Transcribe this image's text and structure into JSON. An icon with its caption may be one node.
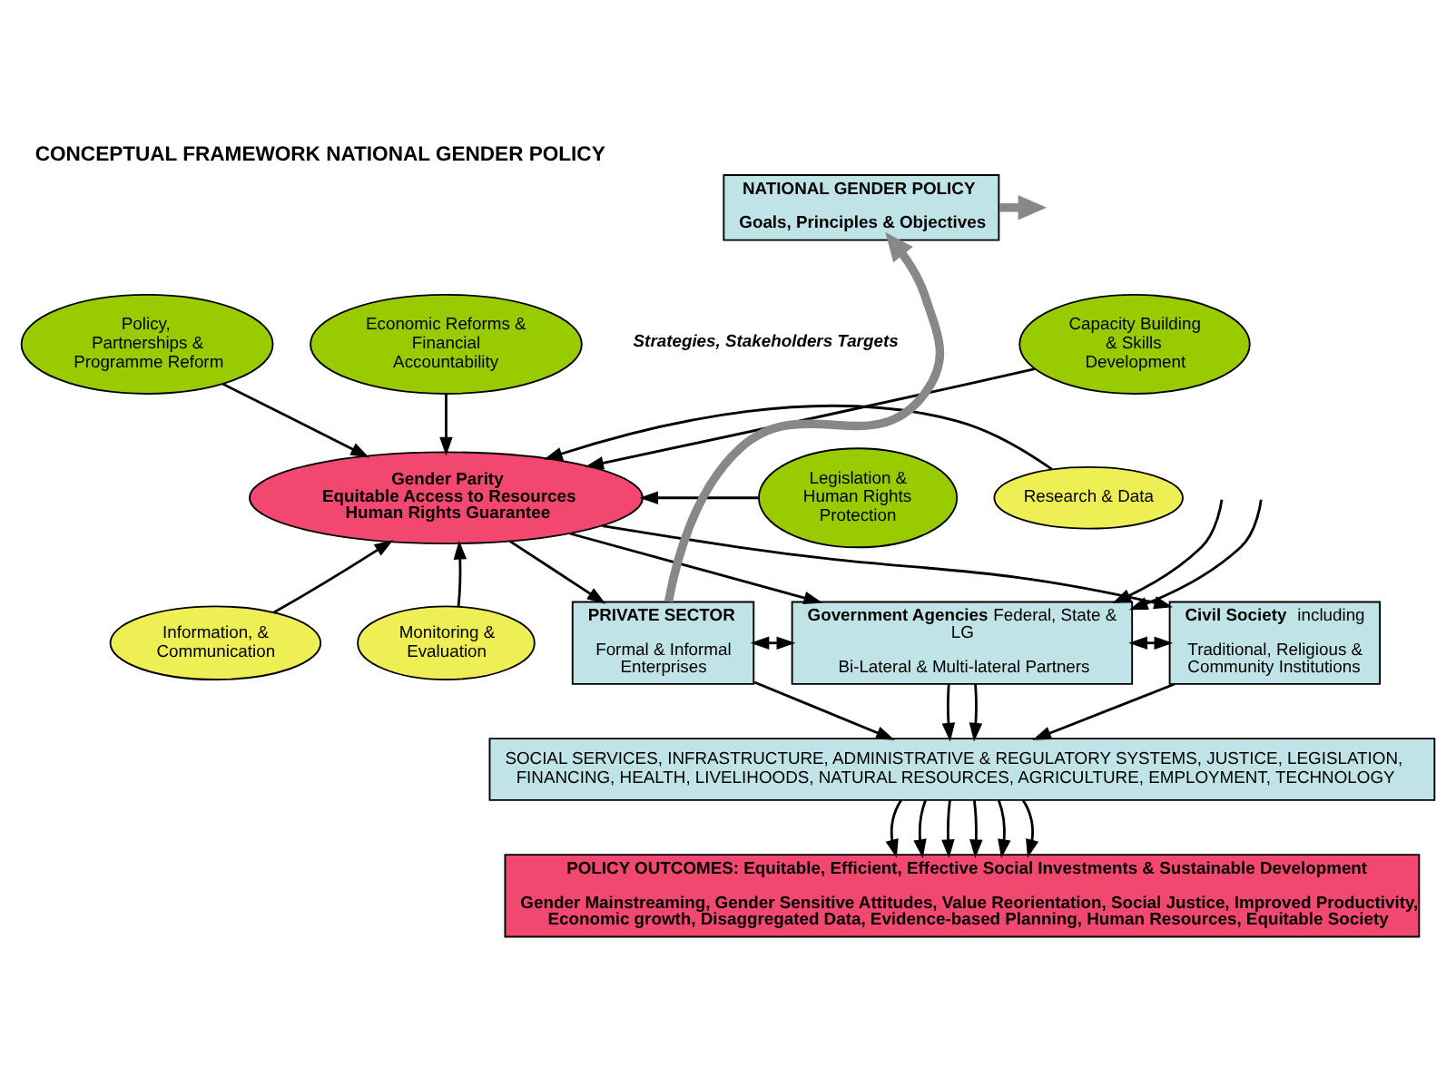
{
  "diagram": {
    "title": "CONCEPTUAL FRAMEWORK NATIONAL GENDER POLICY",
    "nodes": [
      {
        "text": [
          "NATIONAL GENDER POLICY",
          "Goals, Principles & Objectives"
        ]
      },
      {
        "text": [
          "Capacity Building & Skills Development"
        ]
      },
      {
        "text": [
          "Policy, Partnerships & Programme Reform"
        ]
      },
      {
        "text": [
          "Economic Reforms & Financial Accountability"
        ]
      },
      {
        "text": [
          "Gender Parity",
          "Equitable Access to Resources Human Rights Guarantee"
        ]
      },
      {
        "text": [
          "Legislation & Human Rights Protection"
        ]
      },
      {
        "text": [
          "Research & Data"
        ]
      },
      {
        "text": [
          "Information, & Communication"
        ]
      },
      {
        "text": [
          "Monitoring & Evaluation"
        ]
      },
      {
        "text": [
          "PRIVATE SECTOR",
          "Formal & Informal Enterprises"
        ]
      },
      {
        "text": [
          "**Government Agencies** Federal, State & LG",
          "Bi-Lateral & Multi-lateral Partners"
        ]
      },
      {
        "text": [
          "**Civil Society** including",
          "Traditional, Religious & Community Institutions"
        ]
      },
      {
        "text": [
          "SOCIAL SERVICES, INFRASTRUCTURE, ADMINISTRATIVE & REGULATORY SYSTEMS, JUSTICE, LEGISLATION, FINANCING, HEALTH, LIVELIHOODS, NATURAL RESOURCES, AGRICULTURE, EMPLOYMENT, TECHNOLOGY"
        ]
      },
      {
        "text": [
          "POLICY OUTCOMES: Equitable, Efficient, Effective Social Investments & Sustainable Development",
          "Gender Mainstreaming, Gender Sensitive Attitudes, Value Reorientation, Social Justice, Improved Productivity, Economic growth, Disaggregated Data, Evidence-based Planning, Human Resources, Equitable Society"
        ]
      }
    ],
    "edges": [
      {
        "from": 9,
        "to": 0,
        "arrow": "to",
        "style": "thick",
        "color": "#888888"
      },
      {
        "from": 0,
        "to": null,
        "arrow": "to",
        "style": "thick",
        "color": "#888888"
      },
      {
        "from": 1,
        "to": 4,
        "arrow": "to"
      },
      {
        "from": 2,
        "to": 4,
        "arrow": "to"
      },
      {
        "from": 3,
        "to": 4,
        "arrow": "to"
      },
      {
        "from": 5,
        "to": 4,
        "arrow": "to"
      },
      {
        "from": 6,
        "to": 4,
        "arrow": "to"
      },
      {
        "from": 7,
        "to": 4,
        "arrow": "to"
      },
      {
        "from": 8,
        "to": 4,
        "arrow": "to"
      },
      {
        "from": 4,
        "to": 9,
        "arrow": "to"
      },
      {
        "from": null,
        "to": 10,
        "arrow": "to"
      },
      {
        "from": 4,
        "to": 10,
        "arrow": "to"
      },
      {
        "from": null,
        "to": 10,
        "arrow": "to"
      },
      {
        "from": 4,
        "to": 11,
        "arrow": "to"
      },
      {
        "from": 9,
        "to": 10,
        "arrow": "both"
      },
      {
        "from": 10,
        "to": 11,
        "arrow": "both"
      },
      {
        "from": 9,
        "to": 12,
        "arrow": "to"
      },
      {
        "from": 10,
        "to": 12,
        "arrow": "to"
      },
      {
        "from": 10,
        "to": 12,
        "arrow": "to"
      },
      {
        "from": 11,
        "to": 12,
        "arrow": "to"
      },
      {
        "from": 12,
        "to": 13,
        "arrow": "to"
      },
      {
        "from": 12,
        "to": 13,
        "arrow": "to"
      },
      {
        "from": 12,
        "to": 13,
        "arrow": "to"
      },
      {
        "from": 12,
        "to": 13,
        "arrow": "to"
      },
      {
        "from": 12,
        "to": 13,
        "arrow": "to"
      },
      {
        "from": 12,
        "to": 13,
        "arrow": "to"
      }
    ],
    "labels": [
      "Strategies, Stakeholders Targets"
    ]
  }
}
